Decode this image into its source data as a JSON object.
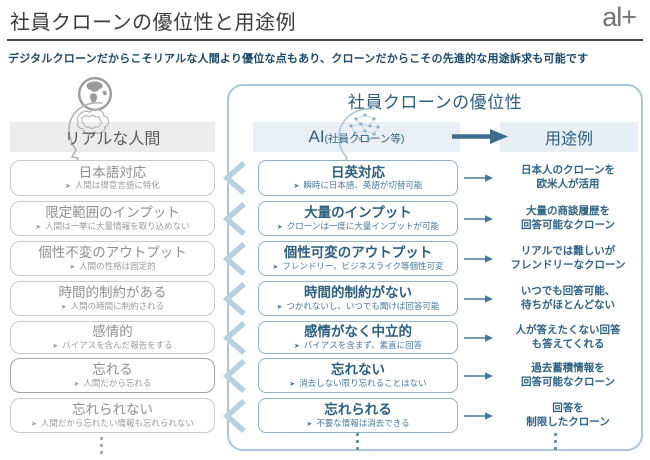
{
  "slide": {
    "title": "社員クローンの優位性と用途例",
    "logo": "al+",
    "subtitle": "デジタルクローンだからこそリアルな人間より優位な点もあり、クローンだからこその先進的な用途訴求も可能です",
    "bullet": "➤"
  },
  "left_column": {
    "header": "リアルな人間"
  },
  "advantage_panel": {
    "title": "社員クローンの優位性",
    "ai_header": "AI",
    "ai_header_note": "(社員クローン等)",
    "usage_header": "用途例"
  },
  "rows": [
    {
      "human": {
        "title": "日本語対応",
        "sub": "人間は得意言語に特化",
        "emphasized": false
      },
      "ai": {
        "title": "日英対応",
        "sub": "瞬時に日本語、英語が切替可能"
      },
      "usage": [
        "日本人のクローンを",
        "欧米人が活用"
      ]
    },
    {
      "human": {
        "title": "限定範囲のインプット",
        "sub": "人間は一挙に大量情報を取り込めない",
        "emphasized": false
      },
      "ai": {
        "title": "大量のインプット",
        "sub": "クローンは一度に大量インプットが可能"
      },
      "usage": [
        "大量の商談履歴を",
        "回答可能なクローン"
      ]
    },
    {
      "human": {
        "title": "個性不変のアウトプット",
        "sub": "人間の性格は固定的",
        "emphasized": false
      },
      "ai": {
        "title": "個性可変のアウトプット",
        "sub": "フレンドリー、ビジネスライク等個性可変"
      },
      "usage": [
        "リアルでは難しいが",
        "フレンドリーなクローン"
      ]
    },
    {
      "human": {
        "title": "時間的制約がある",
        "sub": "人間の時間に制約される",
        "emphasized": false
      },
      "ai": {
        "title": "時間的制約がない",
        "sub": "つかれないし、いつでも聞けば回答可能"
      },
      "usage": [
        "いつでも回答可能、",
        "待ちがほとんどない"
      ]
    },
    {
      "human": {
        "title": "感情的",
        "sub": "バイアスを含んだ報告をする",
        "emphasized": false
      },
      "ai": {
        "title": "感情がなく中立的",
        "sub": "バイアスを含まず、素直に回答"
      },
      "usage": [
        "人が答えたくない回答",
        "も答えてくれる"
      ]
    },
    {
      "human": {
        "title": "忘れる",
        "sub": "人間だから忘れる",
        "emphasized": true
      },
      "ai": {
        "title": "忘れない",
        "sub": "消去しない限り忘れることはない"
      },
      "usage": [
        "過去蓄積情報を",
        "回答可能なクローン"
      ]
    },
    {
      "human": {
        "title": "忘れられない",
        "sub": "人間だから忘れたい情報も忘れられない",
        "emphasized": false
      },
      "ai": {
        "title": "忘れられる",
        "sub": "不要な情報は消去できる"
      },
      "usage": [
        "回答を",
        "制限したクローン"
      ]
    }
  ],
  "colors": {
    "accent_blue": "#2c5f7e",
    "panel_border": "#abc8da",
    "ai_box_border": "#8fb3c9",
    "human_box_border": "#c9c9c9",
    "chevron_blue": "#b7d0df",
    "arrow_blue": "#3c6d8d",
    "small_arrow_blue": "#46789b",
    "header_bar_gray": "#ececec",
    "header_bar_blue": "#e9eff5",
    "subtitle_navy": "#1d4a68"
  }
}
